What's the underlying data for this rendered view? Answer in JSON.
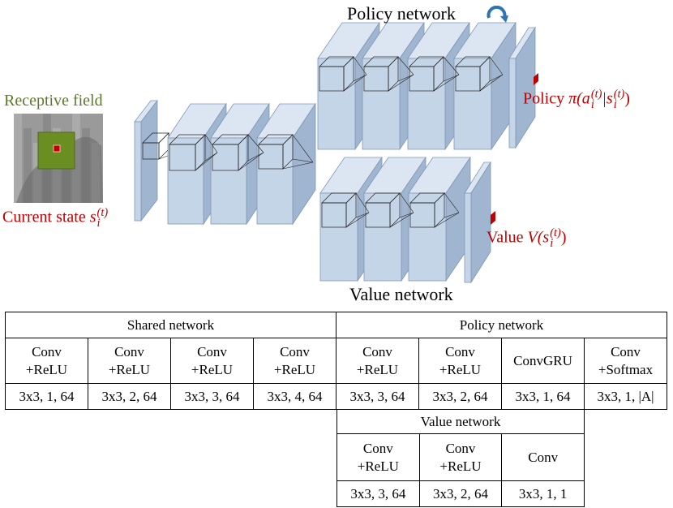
{
  "labels": {
    "policy_network_title": "Policy network",
    "value_network_title": "Value network",
    "receptive_field": "Receptive field",
    "current_state": "Current state",
    "current_state_symbol": "s",
    "current_state_sub": "i",
    "current_state_sup": "(t)",
    "policy_output_word": "Policy",
    "policy_output_formula": "π(a",
    "policy_output_sub1": "i",
    "policy_output_sup1": "(t)",
    "policy_output_mid": "|s",
    "policy_output_sub2": "i",
    "policy_output_sup2": "(t)",
    "policy_output_end": ")",
    "value_output_word": "Value",
    "value_output_formula": "V(s",
    "value_output_sub": "i",
    "value_output_sup": "(t)",
    "value_output_end": ")"
  },
  "colors": {
    "block_front": "#c5d5e8",
    "block_side": "#9fb5d0",
    "block_top": "#dce6f2",
    "block_edge": "#7f97b5",
    "output_marker": "#c00000",
    "receptive_field": "#6b8e23",
    "recurrent_arrow": "#2e75b6"
  },
  "tables": {
    "shared": {
      "title": "Shared network",
      "layers": [
        "Conv\n+ReLU",
        "Conv\n+ReLU",
        "Conv\n+ReLU",
        "Conv\n+ReLU"
      ],
      "params": [
        "3x3, 1, 64",
        "3x3, 2, 64",
        "3x3, 3, 64",
        "3x3, 4, 64"
      ]
    },
    "policy": {
      "title": "Policy network",
      "layers": [
        "Conv\n+ReLU",
        "Conv\n+ReLU",
        "ConvGRU",
        "Conv\n+Softmax"
      ],
      "params": [
        "3x3, 3, 64",
        "3x3, 2, 64",
        "3x3, 1, 64",
        "3x3, 1, |A|"
      ]
    },
    "value": {
      "title": "Value network",
      "layers": [
        "Conv\n+ReLU",
        "Conv\n+ReLU",
        "Conv"
      ],
      "params": [
        "3x3, 3, 64",
        "3x3, 2, 64",
        "3x3, 1, 1"
      ]
    }
  }
}
